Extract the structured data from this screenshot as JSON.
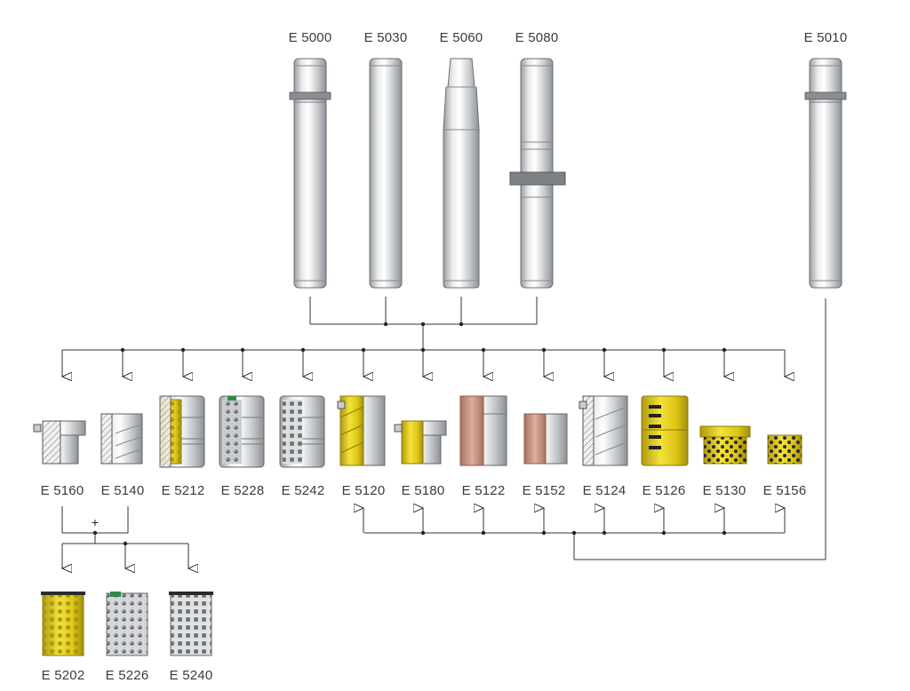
{
  "colors": {
    "steel_light": "#f2f3f4",
    "steel_mid": "#c9cccf",
    "steel_dark": "#8c9094",
    "brass": "#e3cf1e",
    "brass_dark": "#a89512",
    "bronze": "#c99683",
    "line": "#333333"
  },
  "pillars": [
    {
      "code": "E 5000",
      "kind": "collar-top"
    },
    {
      "code": "E 5030",
      "kind": "plain"
    },
    {
      "code": "E 5060",
      "kind": "tapered"
    },
    {
      "code": "E 5080",
      "kind": "flanged"
    },
    {
      "code": "E 5010",
      "kind": "collar-top"
    }
  ],
  "bushings": [
    {
      "code": "E 5160",
      "kind": "steel-flange"
    },
    {
      "code": "E 5140",
      "kind": "steel-plain"
    },
    {
      "code": "E 5212",
      "kind": "ball-brass"
    },
    {
      "code": "E 5228",
      "kind": "ball-steel"
    },
    {
      "code": "E 5242",
      "kind": "ball-alu"
    },
    {
      "code": "E 5120",
      "kind": "brass-grooved"
    },
    {
      "code": "E 5180",
      "kind": "brass-flange"
    },
    {
      "code": "E 5122",
      "kind": "bronze"
    },
    {
      "code": "E 5152",
      "kind": "bronze-short"
    },
    {
      "code": "E 5124",
      "kind": "steel-grooved"
    },
    {
      "code": "E 5126",
      "kind": "brass-slots"
    },
    {
      "code": "E 5130",
      "kind": "graphite-flange"
    },
    {
      "code": "E 5156",
      "kind": "graphite-plain"
    }
  ],
  "cages": [
    {
      "code": "E 5202",
      "kind": "cage-brass"
    },
    {
      "code": "E 5226",
      "kind": "cage-steel"
    },
    {
      "code": "E 5240",
      "kind": "cage-alu"
    }
  ],
  "combine_symbol": "+"
}
